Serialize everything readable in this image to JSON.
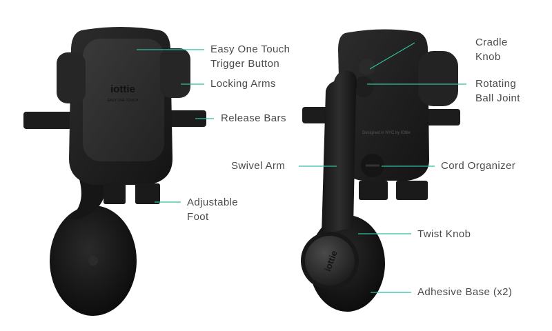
{
  "accent_color": "#2fbf9e",
  "text_color": "#4a4a4a",
  "device_color": "#1b1b1b",
  "front_view": {
    "logo": "iottie",
    "subtitle": "EASY ONE TOUCH",
    "labels": {
      "trigger": [
        "Easy One Touch",
        "Trigger Button"
      ],
      "locking_arms": "Locking Arms",
      "release_bars": "Release Bars",
      "adjustable_foot": [
        "Adjustable",
        "Foot"
      ]
    }
  },
  "back_view": {
    "engraving": "Designed in NYC by iOttie",
    "knob_logo": "iottie",
    "labels": {
      "cradle_knob": [
        "Cradle",
        "Knob"
      ],
      "ball_joint": [
        "Rotating",
        "Ball Joint"
      ],
      "swivel_arm": "Swivel Arm",
      "cord_organizer": "Cord Organizer",
      "twist_knob": "Twist Knob",
      "adhesive_base": "Adhesive Base (x2)"
    }
  }
}
